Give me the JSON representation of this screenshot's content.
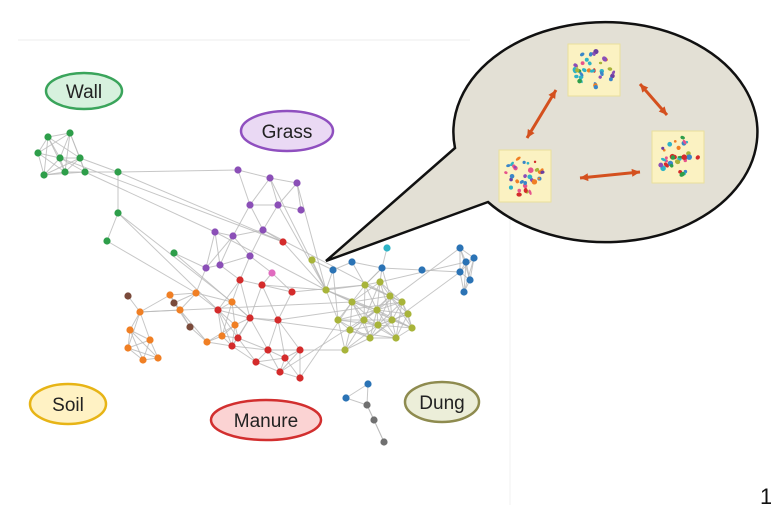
{
  "groups": [
    {
      "key": "wall",
      "label": "Wall",
      "color": "#2e9e4a",
      "fill": "#d7f1de",
      "stroke": "#3aa45b"
    },
    {
      "key": "grass",
      "label": "Grass",
      "color": "#8b4fb7",
      "fill": "#ead9f4",
      "stroke": "#8f4fbf"
    },
    {
      "key": "soil",
      "label": "Soil",
      "color": "#f07f24",
      "fill": "#fff2c4",
      "stroke": "#e7b416"
    },
    {
      "key": "manure",
      "label": "Manure",
      "color": "#d42b2b",
      "fill": "#fbd3d3",
      "stroke": "#d22f2f"
    },
    {
      "key": "dung",
      "label": "Dung",
      "color": "#a8b43a",
      "fill": "#eceed9",
      "stroke": "#8e8b4f"
    }
  ],
  "other_colors": {
    "blue": "#2b73b5",
    "brown": "#7a4a3a",
    "grey": "#707070",
    "pink": "#e06bbf",
    "teal": "#2eb3c6"
  },
  "callout": {
    "fill": "#e3e0d5",
    "stroke": "#111111",
    "arrow_color": "#d4501e"
  },
  "page_number": "1"
}
